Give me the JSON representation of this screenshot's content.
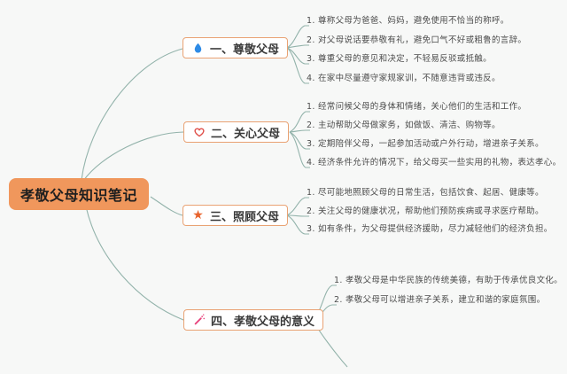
{
  "title": "孝敬父母知识笔记",
  "colors": {
    "bg": "#f7f8f7",
    "root-bg": "#f0975c",
    "node-border": "#e9a273",
    "line": "#93b3ab",
    "flame": "#2e8be6",
    "heart": "#e0504a",
    "star": "#e8632c",
    "wand": "#e8437c"
  },
  "branches": [
    {
      "label": "一、尊敬父母",
      "icon": "flame-icon",
      "items": [
        "1. 尊称父母为爸爸、妈妈，避免使用不恰当的称呼。",
        "2. 对父母说话要恭敬有礼，避免口气不好或粗鲁的言辞。",
        "3. 尊重父母的意见和决定，不轻易反驳或抵触。",
        "4. 在家中尽量遵守家规家训，不随意违背或违反。"
      ]
    },
    {
      "label": "二、关心父母",
      "icon": "heart-icon",
      "items": [
        "1. 经常问候父母的身体和情绪，关心他们的生活和工作。",
        "2. 主动帮助父母做家务，如做饭、清洁、购物等。",
        "3. 定期陪伴父母，一起参加活动或户外行动，增进亲子关系。",
        "4. 经济条件允许的情况下，给父母买一些实用的礼物，表达孝心。"
      ]
    },
    {
      "label": "三、照顾父母",
      "icon": "star-icon",
      "items": [
        "1. 尽可能地照顾父母的日常生活，包括饮食、起居、健康等。",
        "2. 关注父母的健康状况，帮助他们预防疾病或寻求医疗帮助。",
        "3. 如有条件，为父母提供经济援助，尽力减轻他们的经济负担。"
      ]
    },
    {
      "label": "四、孝敬父母的意义",
      "icon": "wand-icon",
      "items": [
        "1. 孝敬父母是中华民族的传统美德，有助于传承优良文化。",
        "2. 孝敬父母可以增进亲子关系，建立和谐的家庭氛围。"
      ]
    }
  ]
}
